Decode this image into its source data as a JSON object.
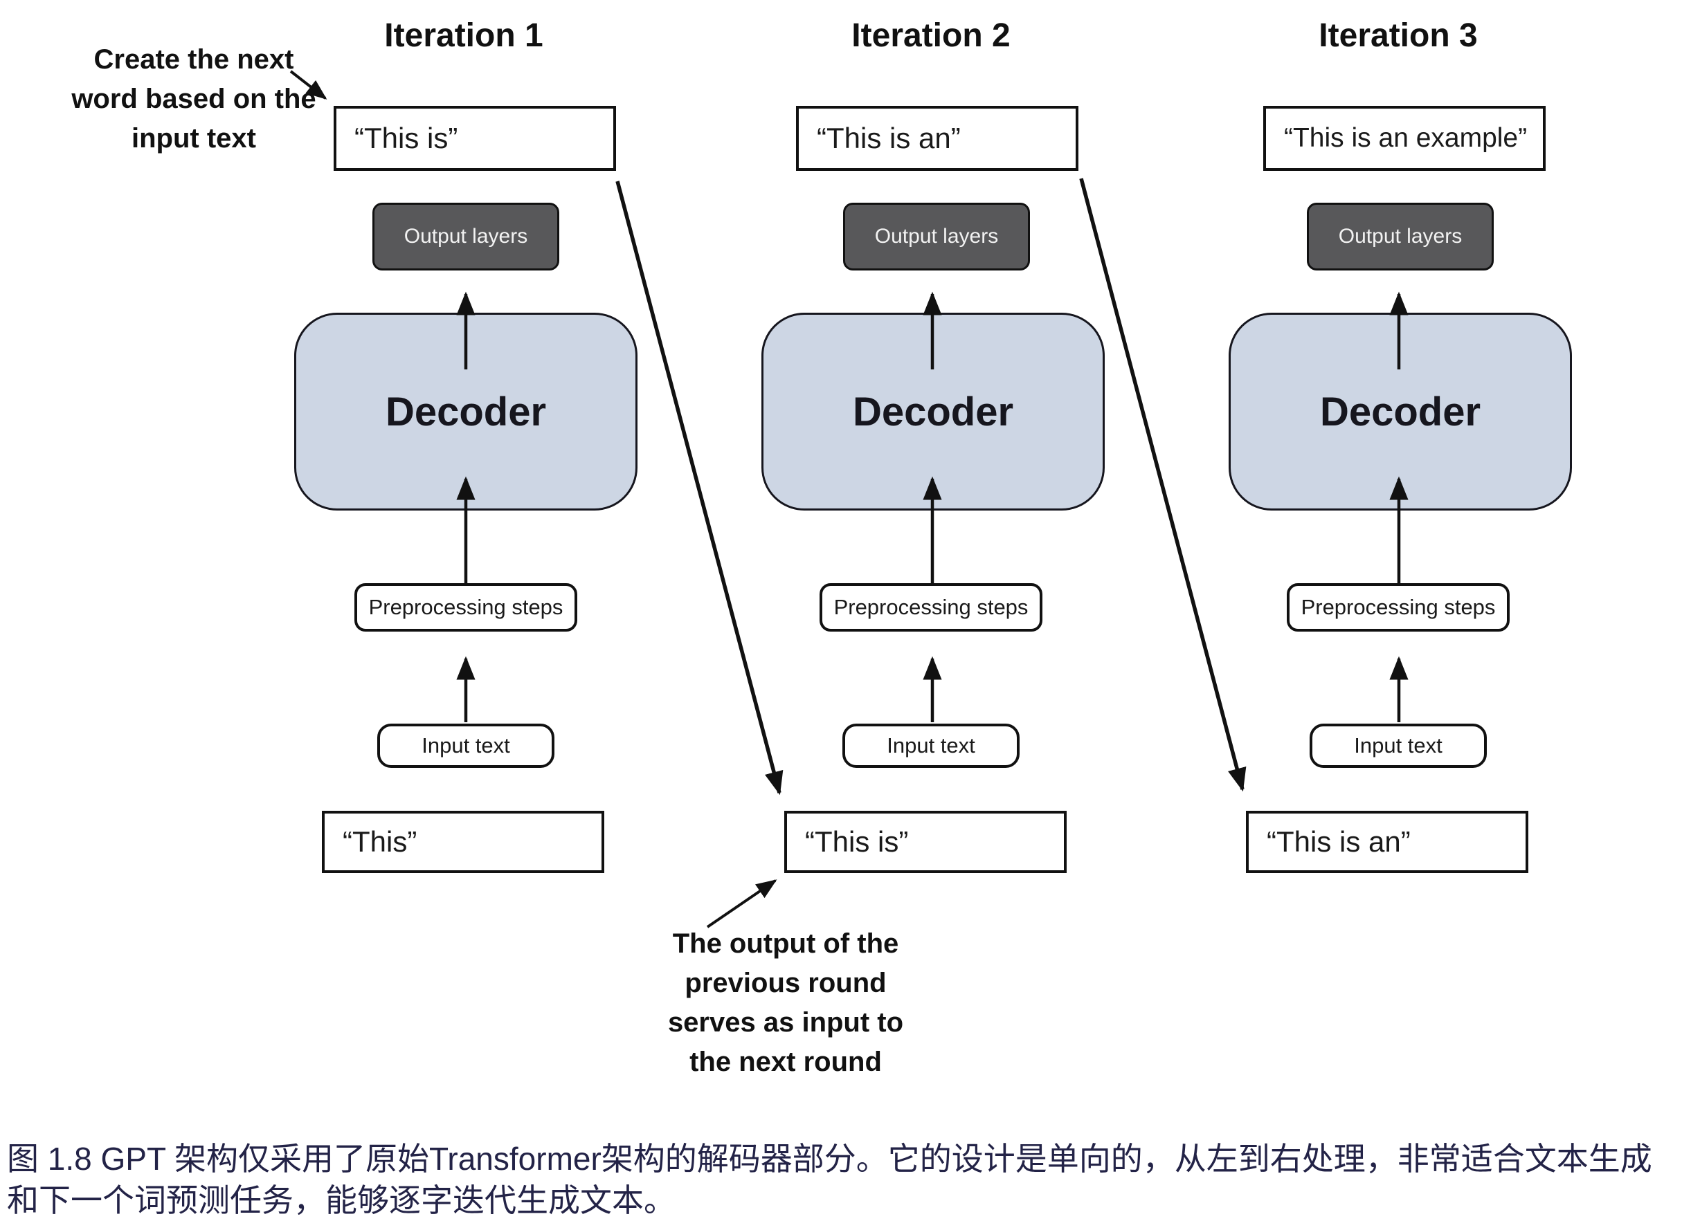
{
  "figure": {
    "kind": "gpt-autoregressive-generation-diagram",
    "background": "#ffffff"
  },
  "annotations": {
    "top_left": {
      "lines": [
        "Create the next",
        "word based on the",
        "input text"
      ]
    },
    "bottom": {
      "lines": [
        "The output of the",
        "previous round",
        "serves as input to",
        "the next round"
      ]
    }
  },
  "iterations": [
    {
      "title": "Iteration 1",
      "output_text": "“This is”",
      "output_layers_label": "Output layers",
      "decoder_label": "Decoder",
      "preprocessing_label": "Preprocessing steps",
      "input_label": "Input text",
      "input_text": "“This”"
    },
    {
      "title": "Iteration 2",
      "output_text": "“This is an”",
      "output_layers_label": "Output layers",
      "decoder_label": "Decoder",
      "preprocessing_label": "Preprocessing steps",
      "input_label": "Input text",
      "input_text": "“This is”"
    },
    {
      "title": "Iteration 3",
      "output_text": "“This is an example”",
      "output_layers_label": "Output layers",
      "decoder_label": "Decoder",
      "preprocessing_label": "Preprocessing steps",
      "input_label": "Input text",
      "input_text": "“This is an”"
    }
  ],
  "caption": {
    "text": "图 1.8  GPT 架构仅采用了原始Transformer架构的解码器部分。它的设计是单向的，从左到右处理，非常适合文本生成和下一个词预测任务，能够逐字迭代生成文本。"
  },
  "colors": {
    "decoder_fill": "#cdd6e4",
    "output_layers_fill": "#58585a",
    "box_border": "#111111",
    "caption_text": "#232347",
    "arrow": "#111111"
  }
}
